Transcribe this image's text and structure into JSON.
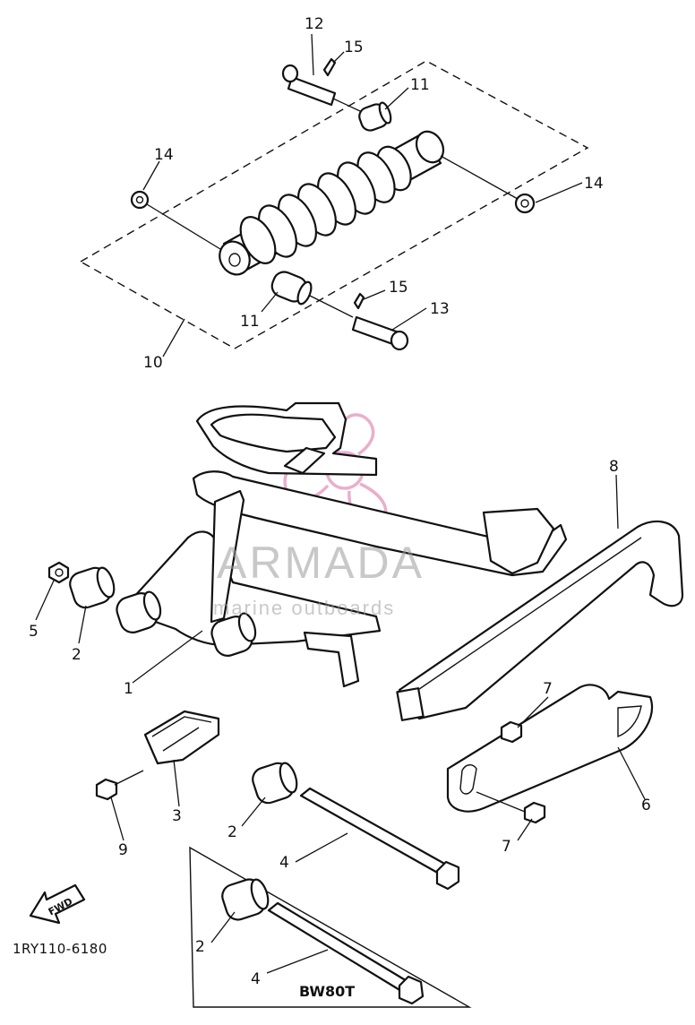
{
  "diagram": {
    "callouts": {
      "c1": "1",
      "c2a": "2",
      "c2b": "2",
      "c2c": "2",
      "c3": "3",
      "c4a": "4",
      "c4b": "4",
      "c5": "5",
      "c6": "6",
      "c7a": "7",
      "c7b": "7",
      "c8": "8",
      "c9": "9",
      "c10": "10",
      "c11a": "11",
      "c11b": "11",
      "c12": "12",
      "c13": "13",
      "c14a": "14",
      "c14b": "14",
      "c15a": "15",
      "c15b": "15"
    },
    "drawing_code": "1RY110-6180",
    "variant_label": "BW80T",
    "fwd_label": "FWD"
  },
  "watermark": {
    "brand": "ARMADA",
    "tagline": "marine outboards",
    "logo_color": "#e8a6c8",
    "text_color": "#9a9a9a"
  }
}
